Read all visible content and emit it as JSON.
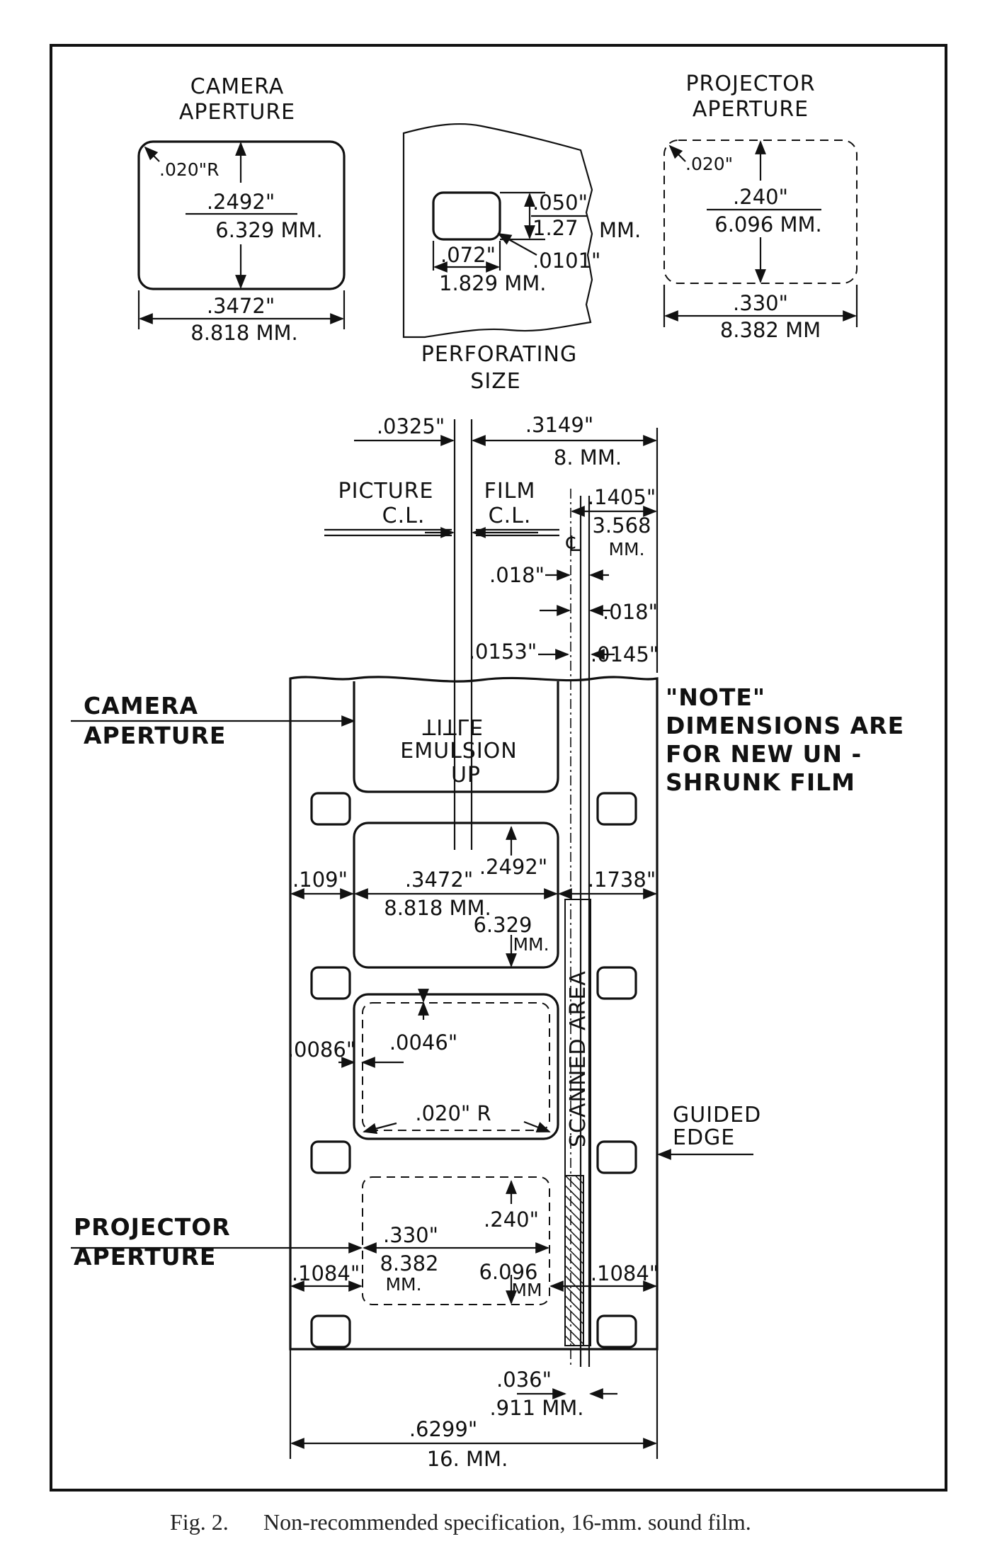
{
  "top": {
    "camera": {
      "title1": "CAMERA",
      "title2": "APERTURE",
      "radius": ".020\"R",
      "h_in": ".2492\"",
      "h_mm": "6.329 MM.",
      "w_in": ".3472\"",
      "w_mm": "8.818 MM."
    },
    "perf": {
      "h_in": ".050\"",
      "h_mm": "1.27",
      "mm": "MM.",
      "w_in": ".072\"",
      "w_mm": "1.829 MM.",
      "r_in": ".0101\"",
      "title1": "PERFORATING",
      "title2": "SIZE"
    },
    "projector": {
      "title1": "PROJECTOR",
      "title2": "APERTURE",
      "radius": ".020\"",
      "h_in": ".240\"",
      "h_mm": "6.096 MM.",
      "w_in": ".330\"",
      "w_mm": "8.382 MM"
    }
  },
  "mid": {
    "d0325": ".0325\"",
    "d3149": ".3149\"",
    "d8mm": "8. MM.",
    "picture": "PICTURE",
    "film": "FILM",
    "cl1": "C.L.",
    "cl2": "C.L.",
    "cl_symbol": "℄",
    "d1405": ".1405\"",
    "d3568": "3.568",
    "d3568mm": "MM.",
    "d018a": ".018\"",
    "d018b": ".018\"",
    "d0153": ".0153\"",
    "d0145": ".0145\""
  },
  "film": {
    "title": "TITLE",
    "emulsion": "EMULSION",
    "up": "UP",
    "d109": ".109\"",
    "d3472": ".3472\"",
    "d8818": "8.818 MM.",
    "d2492": ".2492\"",
    "d6329": "6.329",
    "d6329mm": "MM.",
    "d1738": ".1738\"",
    "scanned": "SCANNED AREA",
    "d0086": ".0086\"",
    "d0046": ".0046\"",
    "d020r": ".020\" R",
    "d330": ".330\"",
    "d8382": "8.382",
    "d8382mm": "MM.",
    "d240": ".240\"",
    "d6096": "6.096",
    "d6096mm": "MM",
    "d1084l": ".1084\"",
    "d1084r": ".1084\"",
    "d036": ".036\"",
    "d911": ".911 MM.",
    "d6299": ".6299\"",
    "d16mm": "16. MM."
  },
  "left": {
    "cam1": "CAMERA",
    "cam2": "APERTURE",
    "proj1": "PROJECTOR",
    "proj2": "APERTURE"
  },
  "note": {
    "l1": "\"NOTE\"",
    "l2": "DIMENSIONS ARE",
    "l3": "FOR NEW UN -",
    "l4": "SHRUNK FILM"
  },
  "guided": {
    "l1": "GUIDED",
    "l2": "EDGE"
  },
  "caption": {
    "fig": "Fig. 2.",
    "text": "Non-recommended specification, 16-mm. sound film."
  }
}
